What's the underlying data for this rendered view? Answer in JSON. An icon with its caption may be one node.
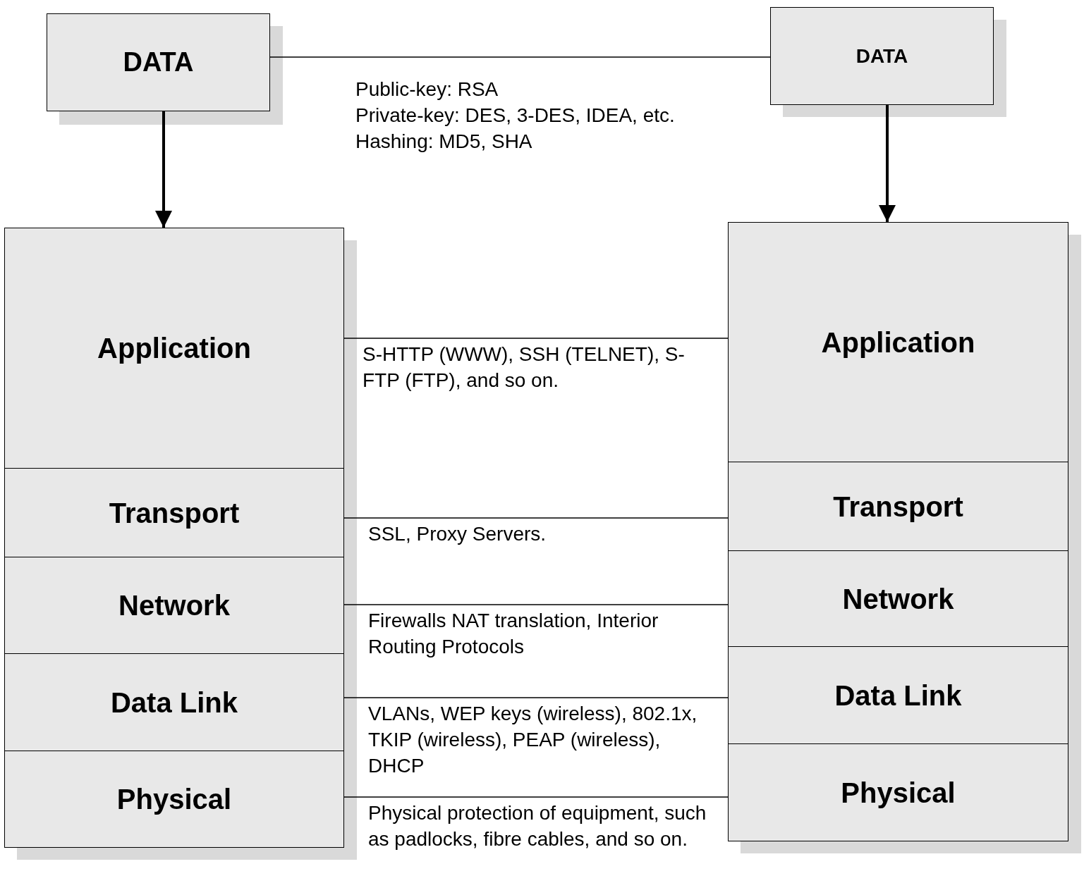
{
  "diagram": {
    "nodes": [
      {
        "text": [
          "DATA"
        ]
      },
      {
        "text": [
          "DATA"
        ]
      },
      {
        "text": [
          "Application"
        ]
      },
      {
        "text": [
          "Transport"
        ]
      },
      {
        "text": [
          "Network"
        ]
      },
      {
        "text": [
          "Data Link"
        ]
      },
      {
        "text": [
          "Physical"
        ]
      },
      {
        "text": [
          "Application"
        ]
      },
      {
        "text": [
          "Transport"
        ]
      },
      {
        "text": [
          "Network"
        ]
      },
      {
        "text": [
          "Data Link"
        ]
      },
      {
        "text": [
          "Physical"
        ]
      }
    ],
    "edges": [
      {
        "from": 0,
        "to": 1,
        "arrow": "none"
      },
      {
        "from": 0,
        "to": 2,
        "arrow": "to",
        "style": "thick"
      },
      {
        "from": 1,
        "to": 7,
        "arrow": "to",
        "style": "thick"
      },
      {
        "from": 2,
        "to": 7,
        "arrow": "none",
        "label": "S-HTTP (WWW), SSH (TELNET), S-FTP (FTP), and so on."
      },
      {
        "from": 3,
        "to": 8,
        "arrow": "none",
        "label": "SSL, Proxy Servers."
      },
      {
        "from": 4,
        "to": 9,
        "arrow": "none",
        "label": "Firewalls NAT translation, Interior Routing Protocols"
      },
      {
        "from": 5,
        "to": 10,
        "arrow": "none",
        "label": "VLANs, WEP keys (wireless), 802.1x, TKIP (wireless), PEAP (wireless), DHCP"
      },
      {
        "from": 6,
        "to": 11,
        "arrow": "none",
        "label": "Physical protection of equipment, such as padlocks, fibre cables, and so on."
      }
    ],
    "labels": [
      "Public-key: RSA",
      "Private-key: DES, 3-DES, IDEA, etc.",
      "Hashing: MD5, SHA"
    ]
  }
}
